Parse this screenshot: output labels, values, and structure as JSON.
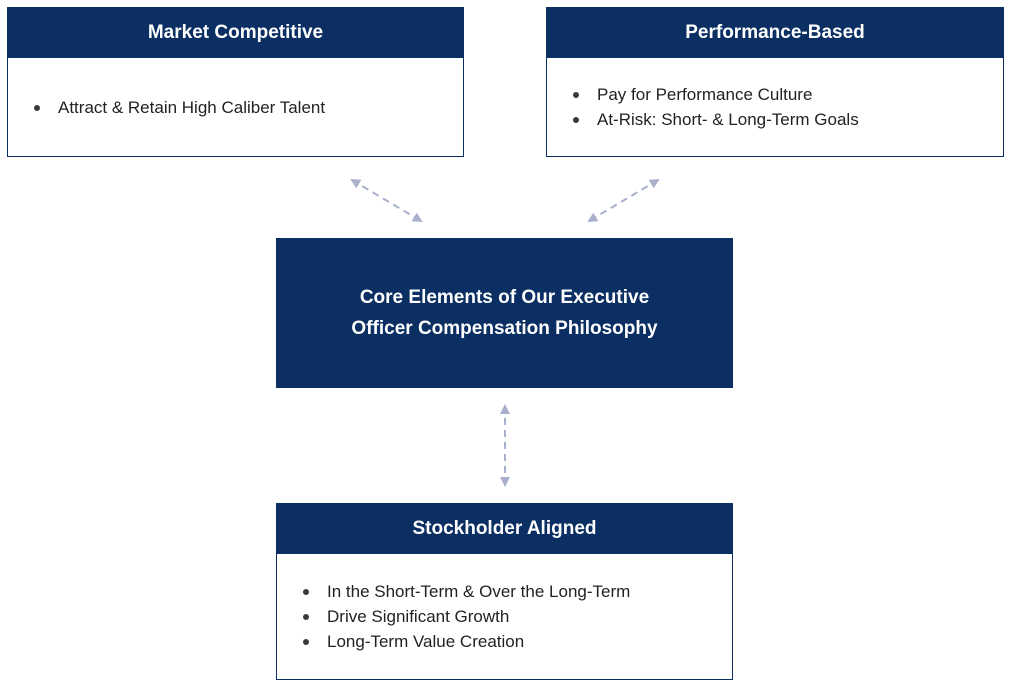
{
  "market": {
    "title": "Market Competitive",
    "items": [
      "Attract & Retain High Caliber Talent"
    ]
  },
  "performance": {
    "title": "Performance-Based",
    "items": [
      "Pay for Performance Culture",
      "At-Risk: Short- & Long-Term Goals"
    ]
  },
  "core": {
    "line1": "Core Elements of Our Executive",
    "line2": "Officer Compensation Philosophy"
  },
  "stockholder": {
    "title": "Stockholder Aligned",
    "items": [
      "In the Short-Term & Over the Long-Term",
      "Drive Significant Growth",
      "Long-Term Value Creation"
    ]
  },
  "colors": {
    "navy": "#0b2f63",
    "arrow": "#a9b0cc"
  }
}
